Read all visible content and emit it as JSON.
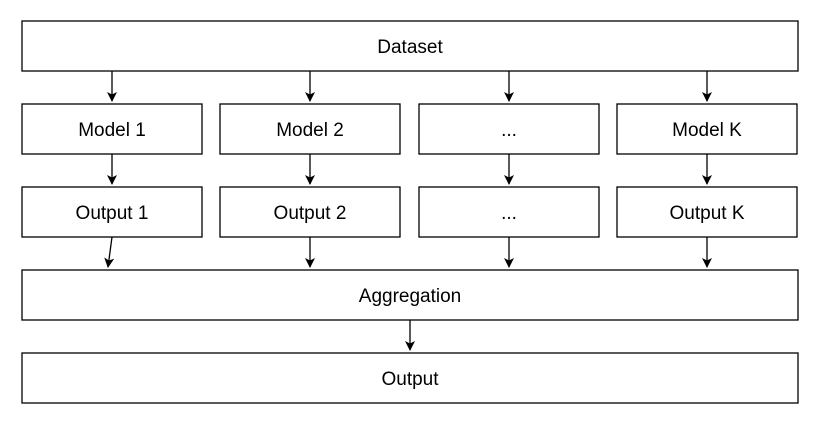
{
  "diagram": {
    "top": {
      "label": "Dataset"
    },
    "models": [
      {
        "label": "Model 1"
      },
      {
        "label": "Model 2"
      },
      {
        "label": "..."
      },
      {
        "label": "Model K"
      }
    ],
    "outputs": [
      {
        "label": "Output 1"
      },
      {
        "label": "Output 2"
      },
      {
        "label": "..."
      },
      {
        "label": "Output K"
      }
    ],
    "aggregation": {
      "label": "Aggregation"
    },
    "final_output": {
      "label": "Output"
    },
    "colors": {
      "stroke": "#000000",
      "fill": "#ffffff",
      "text": "#000000"
    }
  }
}
